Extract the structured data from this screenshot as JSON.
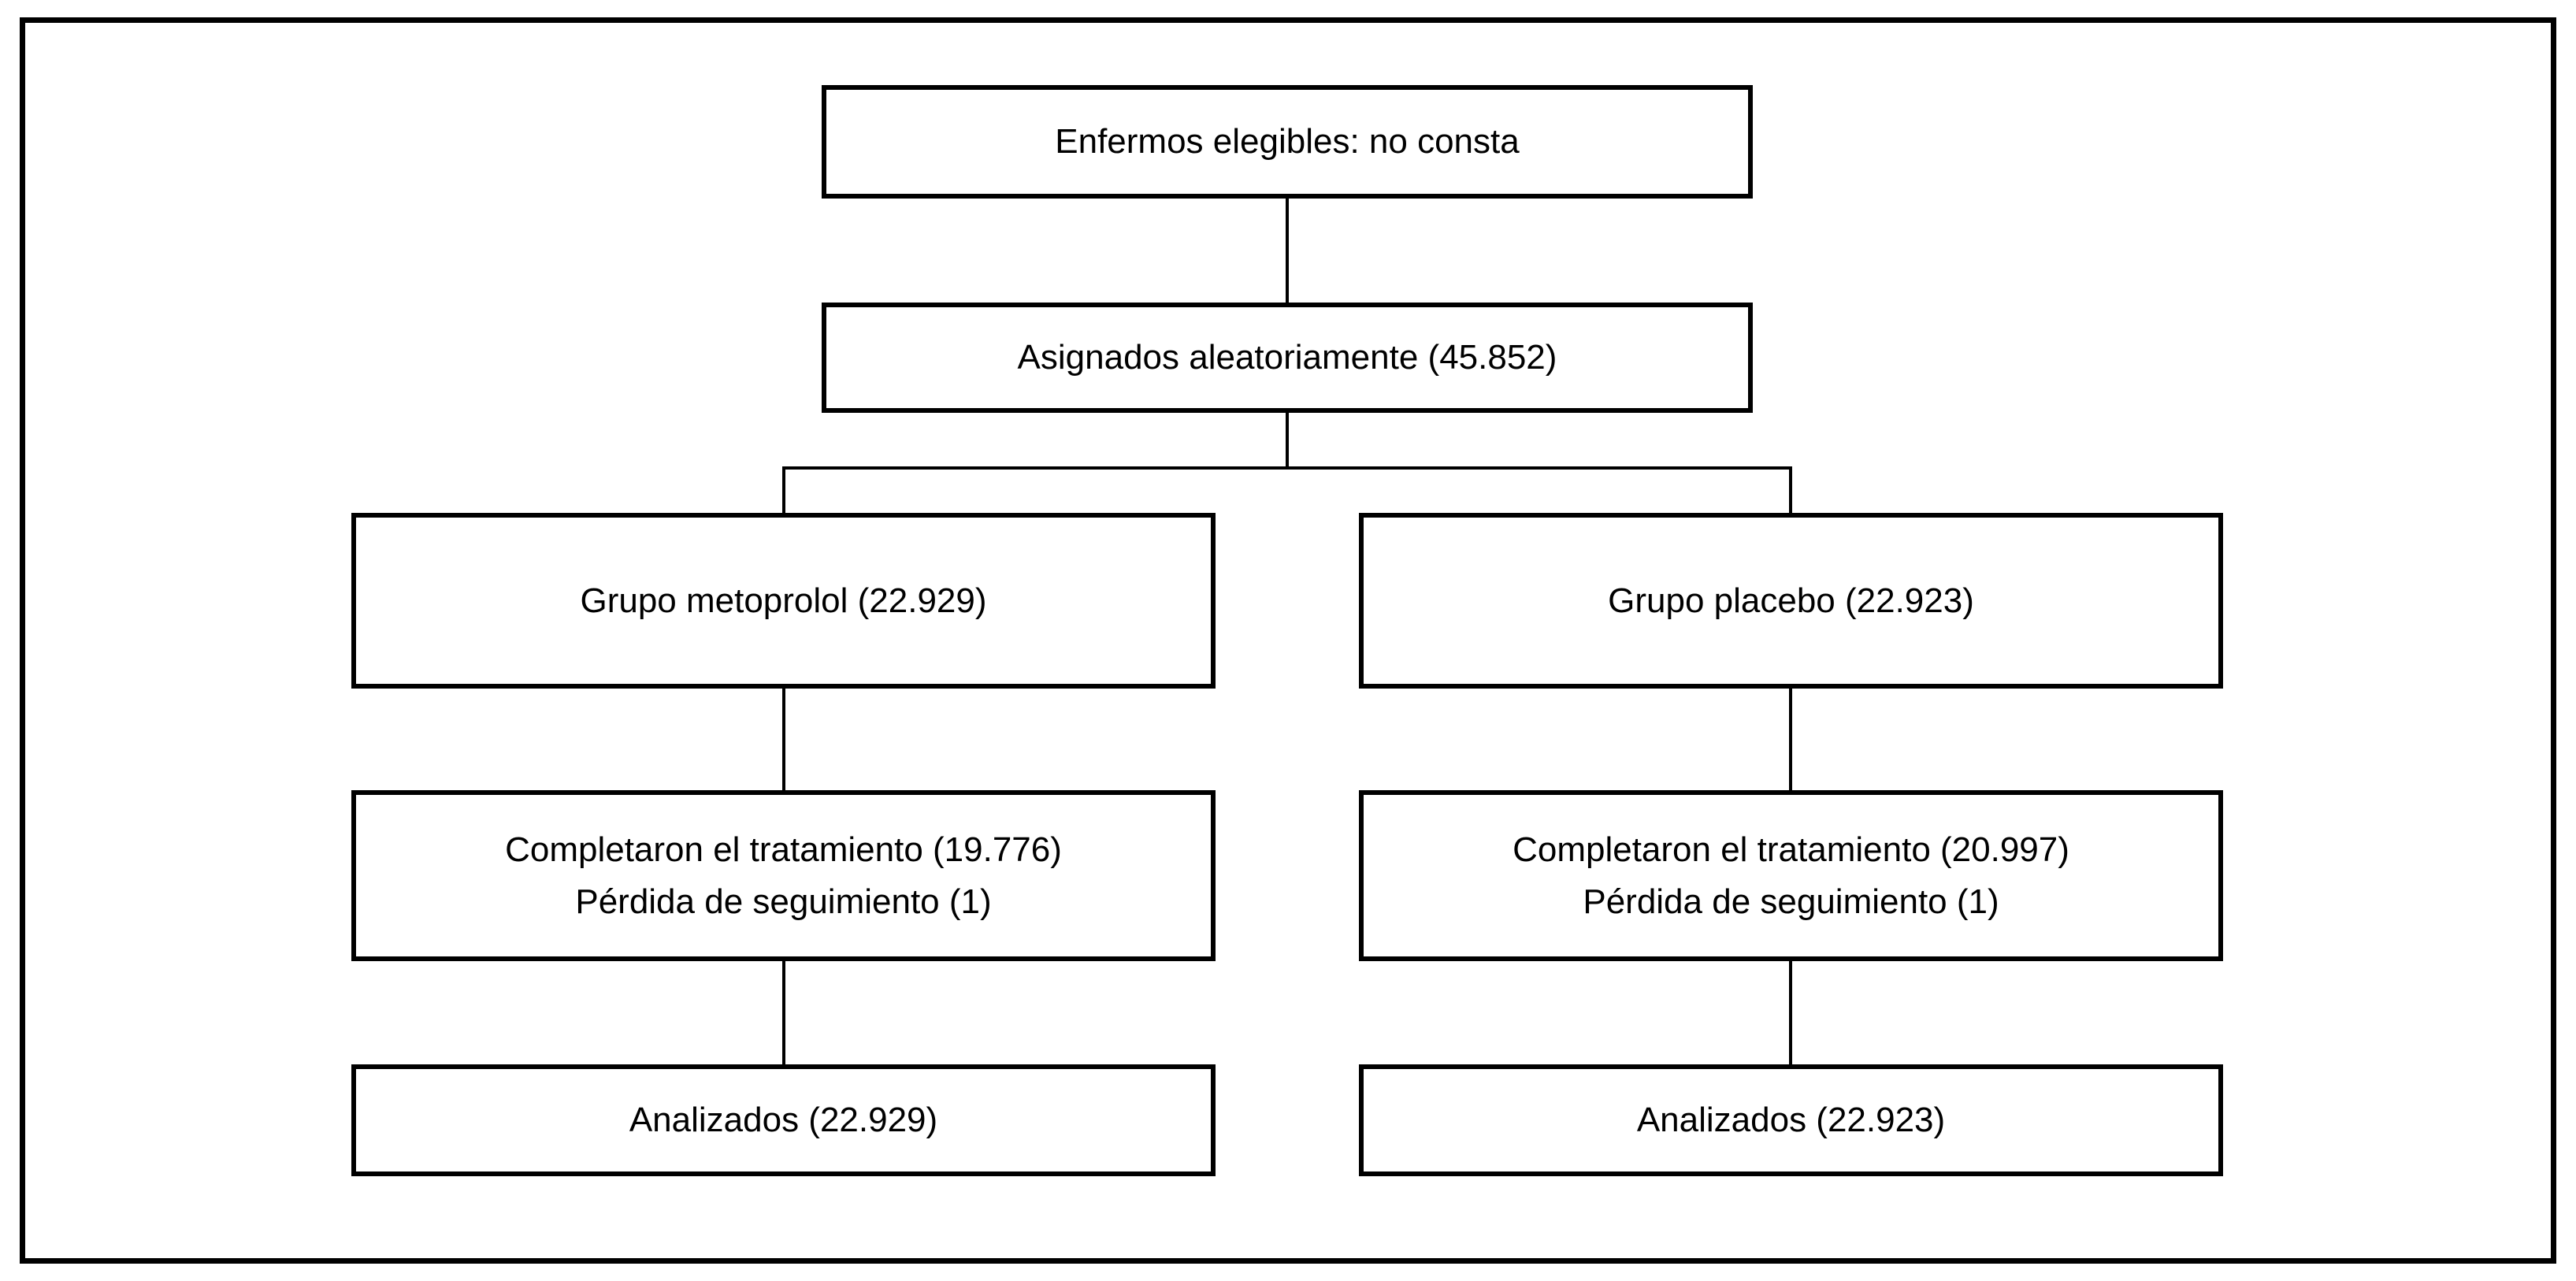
{
  "diagram": {
    "title_hint": "Trial flow diagram",
    "colors": {
      "line": "#000000",
      "box_background": "#ffffff",
      "text": "#000000",
      "page_background": "#ffffff"
    },
    "eligible": {
      "label": "Enfermos elegibles: no consta"
    },
    "randomized": {
      "label": "Asignados aleatoriamente (45.852)"
    },
    "metoprolol": {
      "group_label": "Grupo metoprolol (22.929)",
      "completed_label": "Completaron el tratamiento (19.776)",
      "lost_label": "Pérdida de seguimiento (1)",
      "analyzed_label": "Analizados (22.929)"
    },
    "placebo": {
      "group_label": "Grupo placebo (22.923)",
      "completed_label": "Completaron el tratamiento (20.997)",
      "lost_label": "Pérdida de seguimiento (1)",
      "analyzed_label": "Analizados (22.923)"
    }
  }
}
